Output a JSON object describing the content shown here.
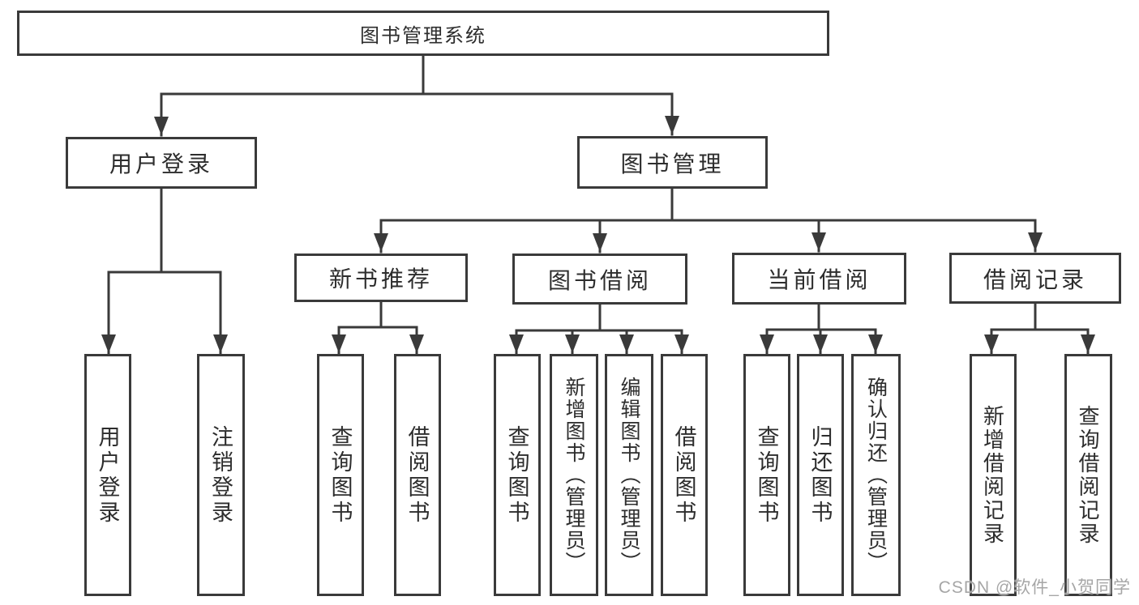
{
  "colors": {
    "line": "#3a3a3a",
    "text": "#2d2d2d",
    "background": "#ffffff",
    "watermark": "#a6a6a6"
  },
  "watermark": "CSDN @软件_小贺同学",
  "tree": {
    "root": {
      "label": "图书管理系统"
    },
    "branches": [
      {
        "label": "用户登录",
        "children": [
          {
            "label": "用户登录"
          },
          {
            "label": "注销登录"
          }
        ]
      },
      {
        "label": "图书管理",
        "children": [
          {
            "label": "新书推荐",
            "children": [
              {
                "label": "查询图书"
              },
              {
                "label": "借阅图书"
              }
            ]
          },
          {
            "label": "图书借阅",
            "children": [
              {
                "label": "查询图书"
              },
              {
                "label": "新增图书（管理员）"
              },
              {
                "label": "编辑图书（管理员）"
              },
              {
                "label": "借阅图书"
              }
            ]
          },
          {
            "label": "当前借阅",
            "children": [
              {
                "label": "查询图书"
              },
              {
                "label": "归还图书"
              },
              {
                "label": "确认归还（管理员）"
              }
            ]
          },
          {
            "label": "借阅记录",
            "children": [
              {
                "label": "新增借阅记录"
              },
              {
                "label": "查询借阅记录"
              }
            ]
          }
        ]
      }
    ]
  }
}
